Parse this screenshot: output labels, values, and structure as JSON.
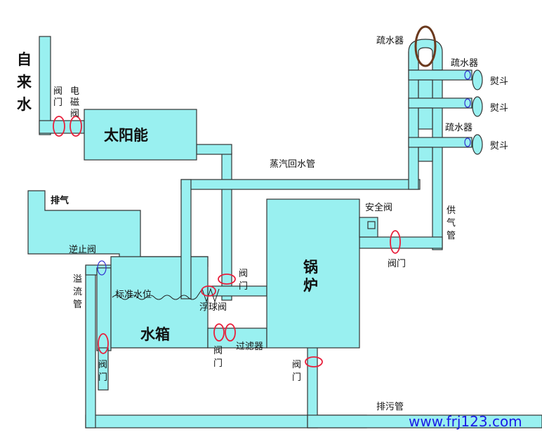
{
  "labels": {
    "tap_water": [
      "自",
      "来",
      "水"
    ],
    "valve_tap": [
      "阀",
      "门"
    ],
    "solenoid_valve": [
      "电",
      "磁",
      "阀"
    ],
    "solar": "太阳能",
    "exhaust": "排气",
    "check_valve": "逆止阀",
    "overflow_pipe": [
      "溢",
      "流",
      "管"
    ],
    "water_level": "标准水位",
    "float_valve": "浮球阀",
    "float_valve_gate": [
      "阀",
      "门"
    ],
    "water_tank": "水箱",
    "filter": "过滤器",
    "filter_gate": [
      "阀",
      "门"
    ],
    "bottom_gate_left": [
      "阀",
      "门"
    ],
    "boiler": [
      "锅",
      "炉"
    ],
    "boiler_drain_gate": [
      "阀",
      "门"
    ],
    "safety_valve": "安全阀",
    "supply_gate": "阀门",
    "steam_supply_pipe": [
      "供",
      "气",
      "管"
    ],
    "steam_return_pipe": "蒸汽回水管",
    "drain_pipe": "排污管",
    "trap_top": "疏水器",
    "trap_2": "疏水器",
    "trap_3": "疏水器",
    "iron_1": "熨斗",
    "iron_2": "熨斗",
    "iron_3": "熨斗"
  },
  "watermark": "www.frj123.com",
  "colors": {
    "pipe_fill": "#99f0f0",
    "valve_red": "#e8203c",
    "valve_blue": "#3030d0",
    "trap_brown": "#6b3a1e",
    "watermark": "#1a1ae6"
  }
}
